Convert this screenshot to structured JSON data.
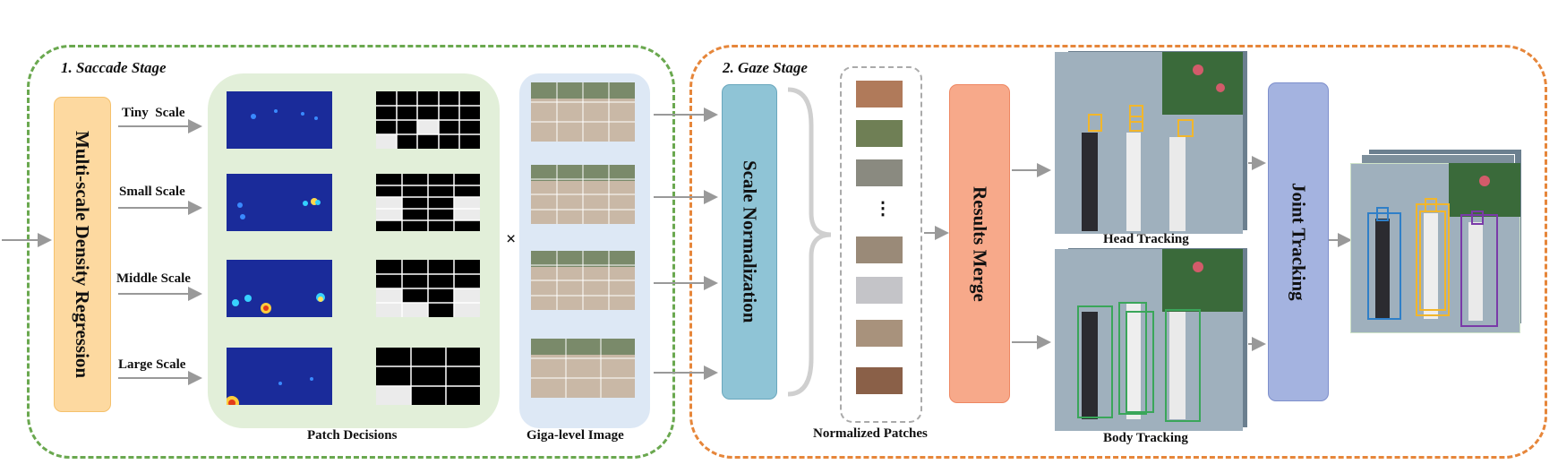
{
  "saccade_stage": {
    "title": "1. Saccade Stage",
    "density_module": "Multi-scale Density Regression",
    "scales": [
      "Tiny  Scale",
      "Small Scale",
      "Middle Scale",
      "Large Scale"
    ],
    "patch_decisions_label": "Patch Decisions",
    "giga_image_label": "Giga-level Image",
    "multiply_symbol": "×"
  },
  "gaze_stage": {
    "title": "2. Gaze Stage",
    "scale_normalization": "Scale Normalization",
    "ellipsis": "⋮",
    "normalized_patches_label": "Normalized Patches",
    "results_merge": "Results Merge",
    "head_tracking_label": "Head Tracking",
    "body_tracking_label": "Body Tracking",
    "joint_tracking": "Joint Tracking"
  },
  "colors": {
    "saccade_border": "#6aa84f",
    "gaze_border": "#e6863a",
    "density_fill": "#fdd9a0",
    "patch_panel": "#e2efd9",
    "giga_panel": "#dde8f5",
    "scale_norm_fill": "#8fc4d6",
    "results_merge_fill": "#f7a98a",
    "joint_tracking_fill": "#a4b3e0",
    "arrow": "#999999"
  }
}
